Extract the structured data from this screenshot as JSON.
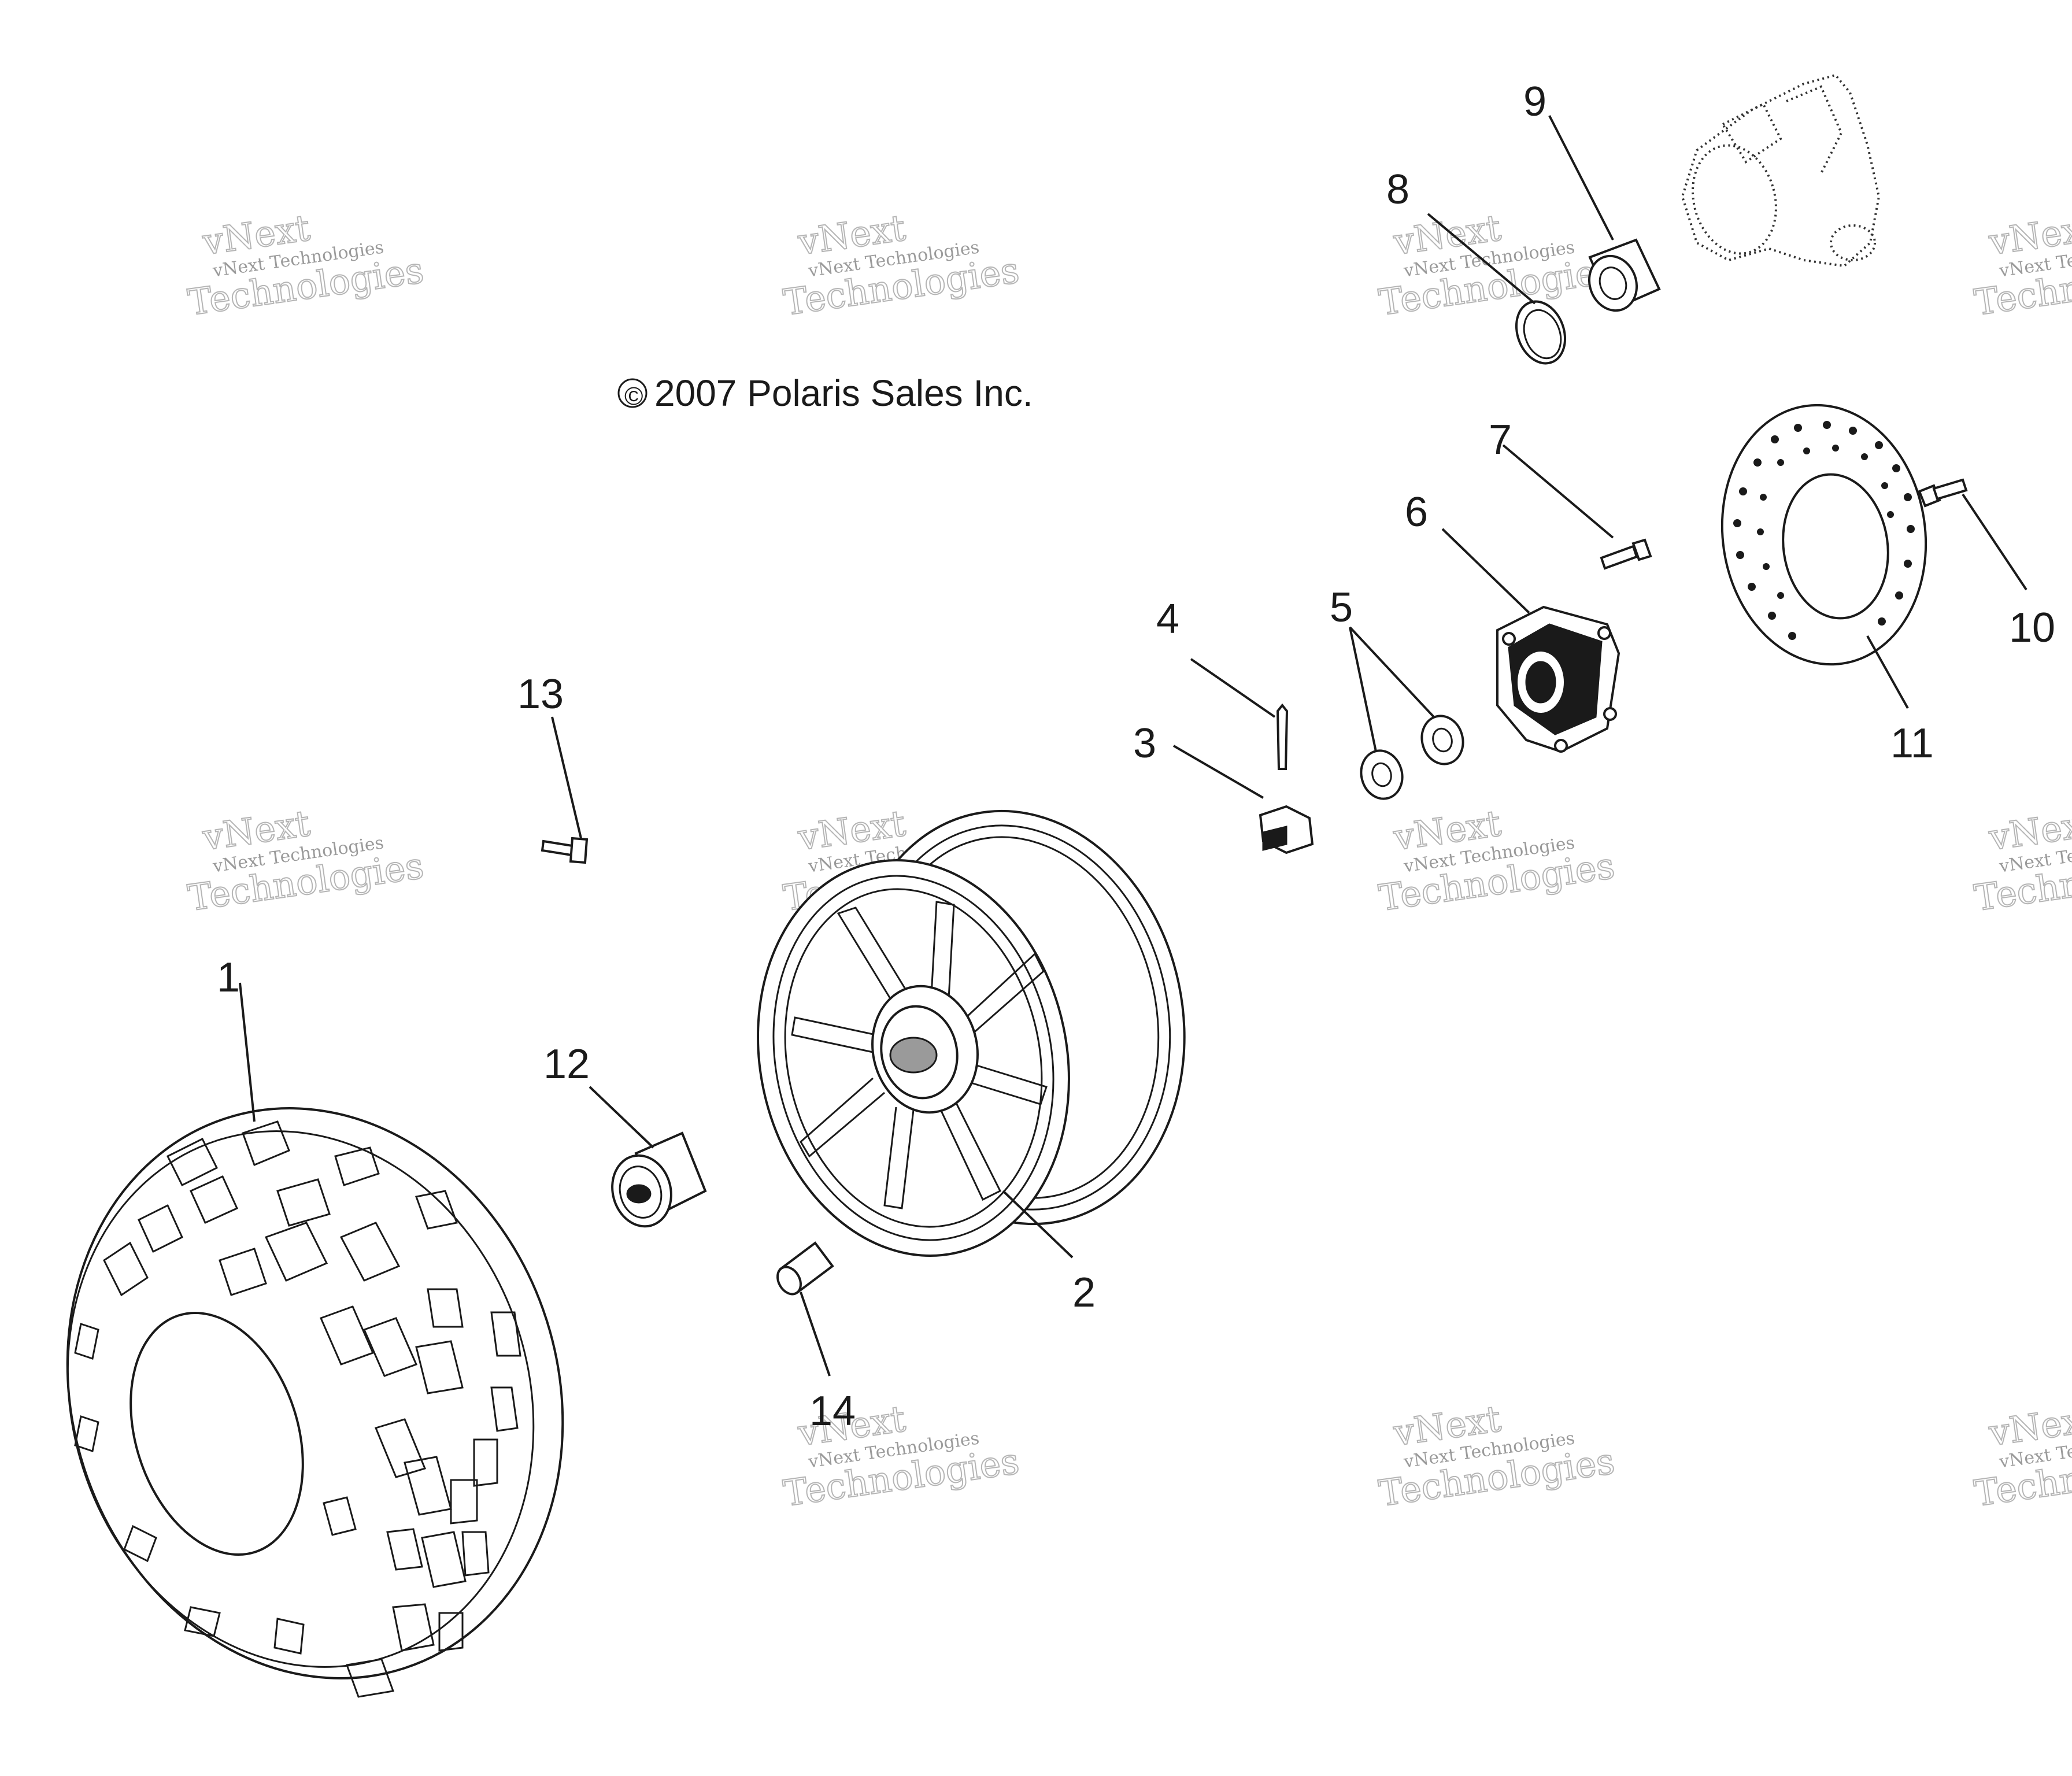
{
  "copyright": "2007 Polaris Sales Inc.",
  "copyright_symbol": "©",
  "watermark": {
    "line1": "vNext Technologies",
    "line2": "vNext",
    "line3": "Technologies"
  },
  "callouts": [
    "1",
    "2",
    "3",
    "4",
    "5",
    "6",
    "7",
    "8",
    "9",
    "10",
    "11",
    "12",
    "13",
    "14"
  ]
}
